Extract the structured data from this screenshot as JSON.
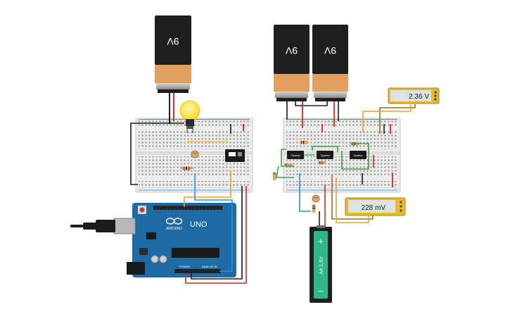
{
  "batteries": {
    "label_9v": "9V",
    "label_aa": "AA 1.5V",
    "aa_plus": "+",
    "aa_minus": "−"
  },
  "multimeters": {
    "voltage_top": "2.36 V",
    "voltage_bottom": "228 mV"
  },
  "arduino": {
    "model": "UNO",
    "brand": "ARDUINO",
    "power_label": "POWER",
    "analog_label": "ANALOG IN"
  },
  "chips": {
    "opamp_label": "Opamp"
  },
  "colors": {
    "wire_red": "#e0261e",
    "wire_black": "#1b1b1b",
    "wire_blue": "#2a8fd6",
    "wire_orange": "#f2a31b",
    "wire_green": "#34a84a",
    "wire_brown": "#9a6a2c",
    "wire_yellow": "#f4d21b",
    "arduino_blue": "#1d6aa5",
    "battery_orange": "#e2a05f",
    "breadboard": "#ececec",
    "meter_body": "#e8b92c"
  }
}
